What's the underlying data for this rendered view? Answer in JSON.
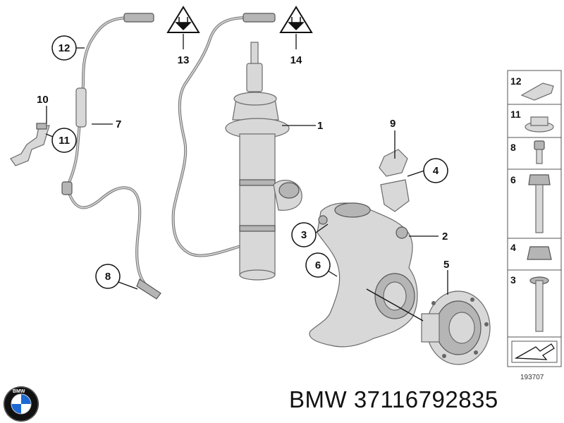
{
  "callouts": [
    "1",
    "2",
    "3",
    "4",
    "5",
    "6",
    "7",
    "8",
    "9",
    "10",
    "11",
    "12",
    "13",
    "14"
  ],
  "legend": {
    "items": [
      {
        "number": "12",
        "part": "cable-clip"
      },
      {
        "number": "11",
        "part": "flange-nut"
      },
      {
        "number": "8",
        "part": "short-bolt"
      },
      {
        "number": "6",
        "part": "long-bolt"
      },
      {
        "number": "4",
        "part": "hex-nut"
      },
      {
        "number": "3",
        "part": "flange-bolt"
      }
    ]
  },
  "diagram_code": "193707",
  "brand": "BMW",
  "part_number": "37116792835",
  "brand_caption": "BMW 37116792835",
  "colors": {
    "line": "#111111",
    "part_fill": "#d8d8d8",
    "part_stroke": "#6a6a6a"
  }
}
